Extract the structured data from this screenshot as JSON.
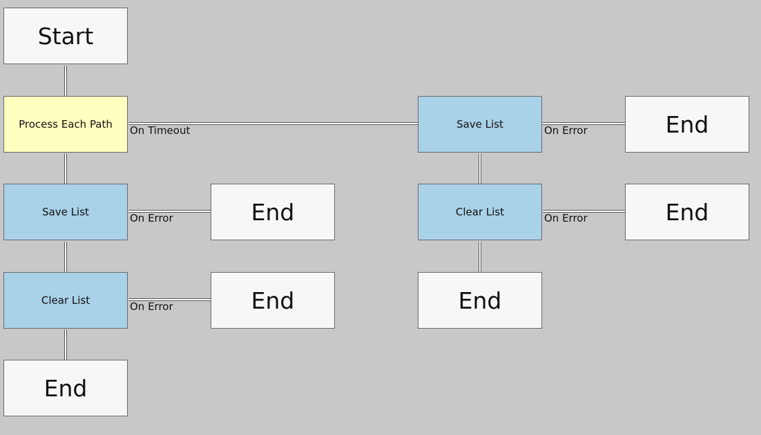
{
  "nodes": {
    "start": "Start",
    "process_each_path": "Process Each Path",
    "save_list_left": "Save List",
    "clear_list_left": "Clear List",
    "end_bottom_left": "End",
    "end_save_list_left_error": "End",
    "end_clear_list_left_error": "End",
    "save_list_right": "Save List",
    "clear_list_right": "Clear List",
    "end_save_list_right_error": "End",
    "end_clear_list_right_error": "End",
    "end_bottom_right": "End"
  },
  "edges": {
    "on_timeout": "On Timeout",
    "save_list_left_on_error": "On Error",
    "clear_list_left_on_error": "On Error",
    "save_list_right_on_error": "On Error",
    "clear_list_right_on_error": "On Error"
  },
  "colors": {
    "background": "#c8c8c8",
    "terminal_fill": "#f7f7f7",
    "action_fill": "#a9d1e8",
    "loop_fill": "#ffffc0"
  }
}
